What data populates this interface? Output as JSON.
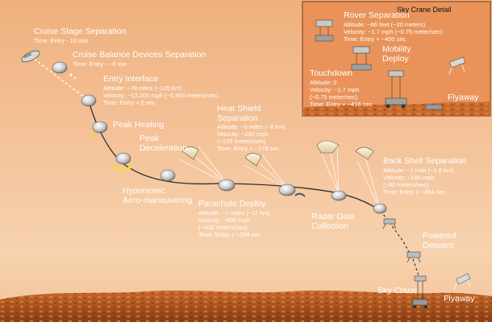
{
  "inset": {
    "title": "Sky Crane Detail",
    "rover_separation": {
      "title": "Rover Separation",
      "lines": [
        "Altitude: ~66 feet (~20 meters)",
        "Velocity: ~1.7 mph (~0.75 meter/sec)",
        "Time: Entry + ~400 sec"
      ]
    },
    "mobility_deploy": {
      "title_line1": "Mobility",
      "title_line2": "Deploy"
    },
    "touchdown": {
      "title": "Touchdown",
      "lines": [
        "Altitude: 0",
        "Velocity: ~1.7 mph",
        "(~0.75 meter/sec)",
        "Time: Entry + ~416 sec"
      ]
    },
    "flyaway": "Flyaway"
  },
  "events": {
    "cruise_stage_separation": {
      "title": "Cruise Stage Separation",
      "lines": [
        "Time: Entry - 10 min"
      ]
    },
    "cruise_balance_devices": {
      "title": "Cruise Balance Devices Separation",
      "lines": [
        "Time: Entry - ~8 min"
      ]
    },
    "entry_interface": {
      "title": "Entry Interface",
      "lines": [
        "Altitude: ~78 miles (~125 km)",
        "Velocity: ~13,200 mph (~5,900 meters/sec)",
        "Time: Entry + 0 sec"
      ]
    },
    "peak_heating": {
      "title": "Peak Heating"
    },
    "peak_deceleration": {
      "line1": "Peak",
      "line2": "Deceleration"
    },
    "hypersonic": {
      "line1": "Hypersonic",
      "line2": "Aero-maneuvering"
    },
    "heat_shield_separation": {
      "line1": "Heat Shield",
      "line2": "Separation",
      "lines": [
        "Altitude: ~5 miles (~8 km)",
        "Velocity: ~280 mph",
        "(~125 meters/sec)",
        "Time: Entry + ~278 sec"
      ]
    },
    "parachute_deploy": {
      "title": "Parachute Deploy",
      "lines": [
        "Altitude: ~7 miles (~11 km)",
        "Velocity: ~900 mph",
        "(~405 meters/sec)",
        "Time: Entry + ~254 sec"
      ]
    },
    "radar_data_collection": {
      "line1": "Radar Data",
      "line2": "Collection"
    },
    "back_shell_separation": {
      "title": "Back Shell Separation",
      "lines": [
        "Altitude: ~1 mile (~1.6 km)",
        "Velocity: ~180 mph",
        "(~80 meters/sec)",
        "Time: Entry + ~364 sec"
      ]
    },
    "powered_descent": {
      "line1": "Powered",
      "line2": "Descent"
    },
    "sky_crane": {
      "title": "Sky Crane"
    },
    "flyaway": {
      "title": "Flyaway"
    }
  },
  "colors": {
    "sky_top": "#efb07e",
    "sky_bottom": "#f6d2ae",
    "ground": "#b8561f",
    "inset_bg": "#e9935a",
    "inset_border": "#8a4a2a",
    "trajectory": "#2a2a2a"
  }
}
